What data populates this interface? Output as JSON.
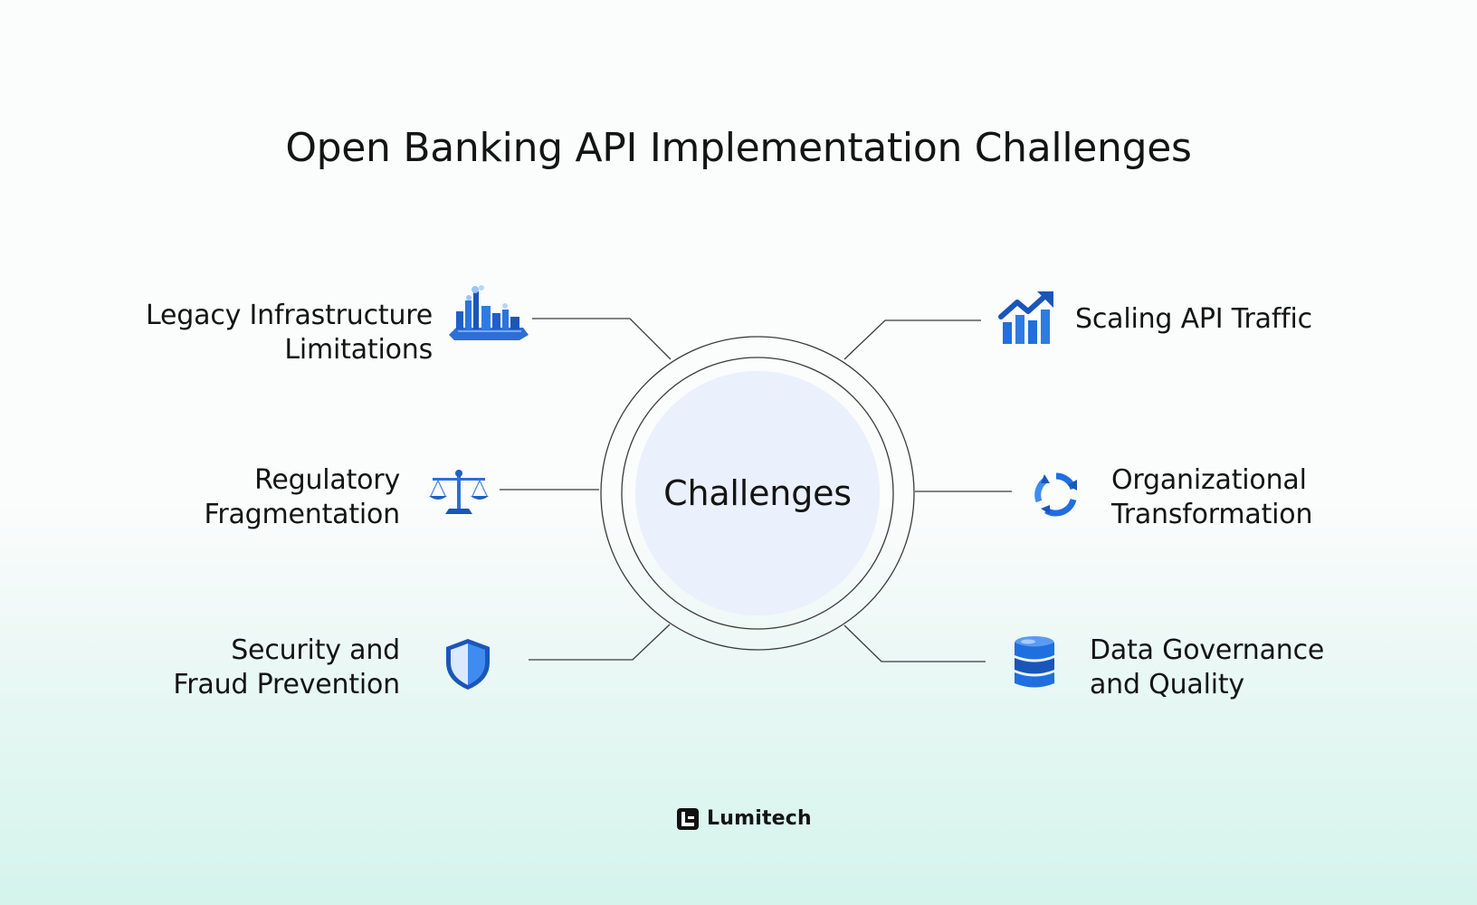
{
  "title": "Open Banking API Implementation Challenges",
  "center": {
    "label": "Challenges"
  },
  "challenges": [
    {
      "lines": [
        "Legacy Infrastructure",
        "Limitations"
      ],
      "icon": "factory-icon"
    },
    {
      "lines": [
        "Regulatory",
        "Fragmentation"
      ],
      "icon": "balance-scale-icon"
    },
    {
      "lines": [
        "Security and",
        "Fraud Prevention"
      ],
      "icon": "shield-icon"
    },
    {
      "lines": [
        "Scaling API Traffic"
      ],
      "icon": "growth-chart-icon"
    },
    {
      "lines": [
        "Organizational",
        "Transformation"
      ],
      "icon": "refresh-cycle-icon"
    },
    {
      "lines": [
        "Data Governance",
        "and Quality"
      ],
      "icon": "database-icon"
    }
  ],
  "brand": {
    "name": "Lumitech",
    "icon": "lumitech-logo-icon"
  },
  "colors": {
    "icon_blue": "#1f6fe0",
    "icon_light": "#6aa9ff",
    "line": "#3a3a3a",
    "center_fill": "#eaf0fc",
    "text": "#141414"
  }
}
